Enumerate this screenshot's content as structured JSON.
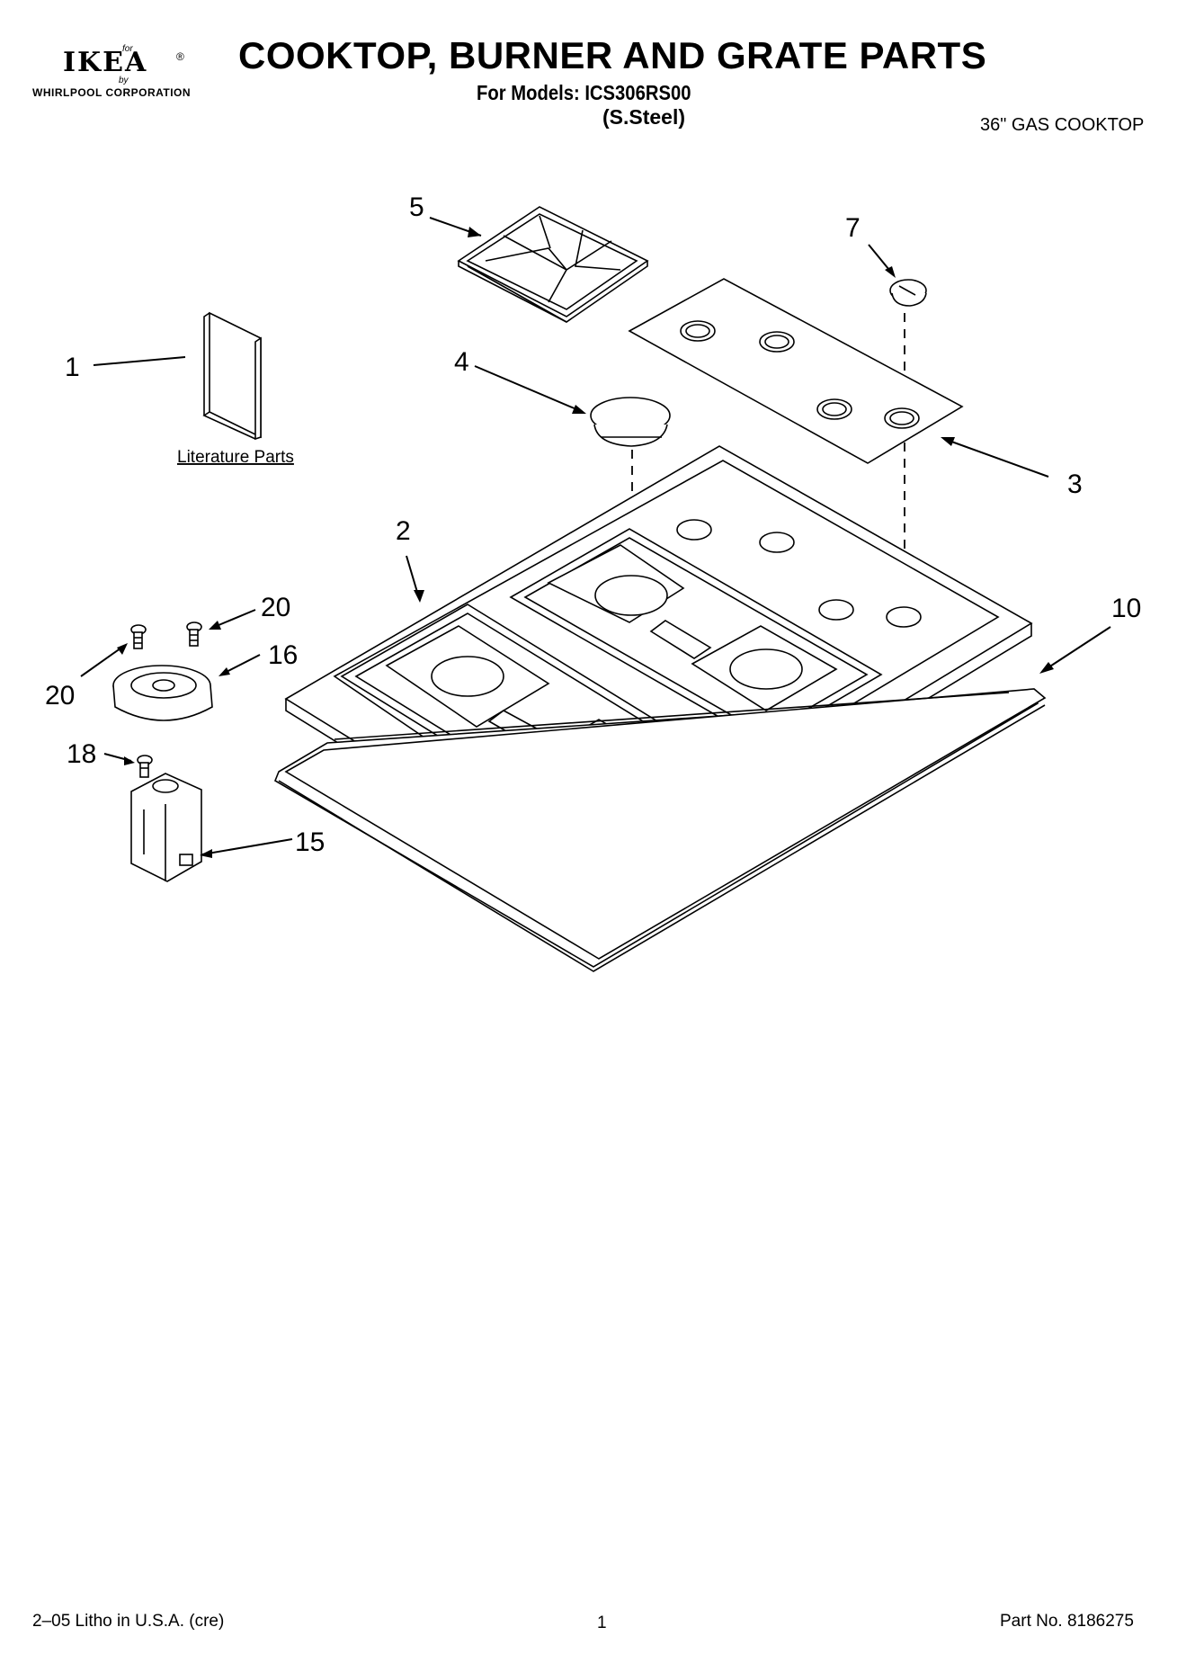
{
  "header": {
    "logo_for": "for",
    "logo_word": "IKEA",
    "logo_reg": "®",
    "logo_by": "by",
    "logo_corp": "WHIRLPOOL CORPORATION",
    "title": "COOKTOP, BURNER AND GRATE PARTS",
    "models": "For Models: ICS306RS00",
    "finish": "(S.Steel)",
    "product": "36\" GAS COOKTOP"
  },
  "diagram": {
    "literature_label": "Literature Parts",
    "callouts": {
      "c1": "1",
      "c2": "2",
      "c3": "3",
      "c4": "4",
      "c5": "5",
      "c7": "7",
      "c10": "10",
      "c15": "15",
      "c16": "16",
      "c18": "18",
      "c20a": "20",
      "c20b": "20"
    }
  },
  "footer": {
    "left": "2–05 Litho in U.S.A. (cre)",
    "page": "1",
    "right": "Part No. 8186275"
  }
}
